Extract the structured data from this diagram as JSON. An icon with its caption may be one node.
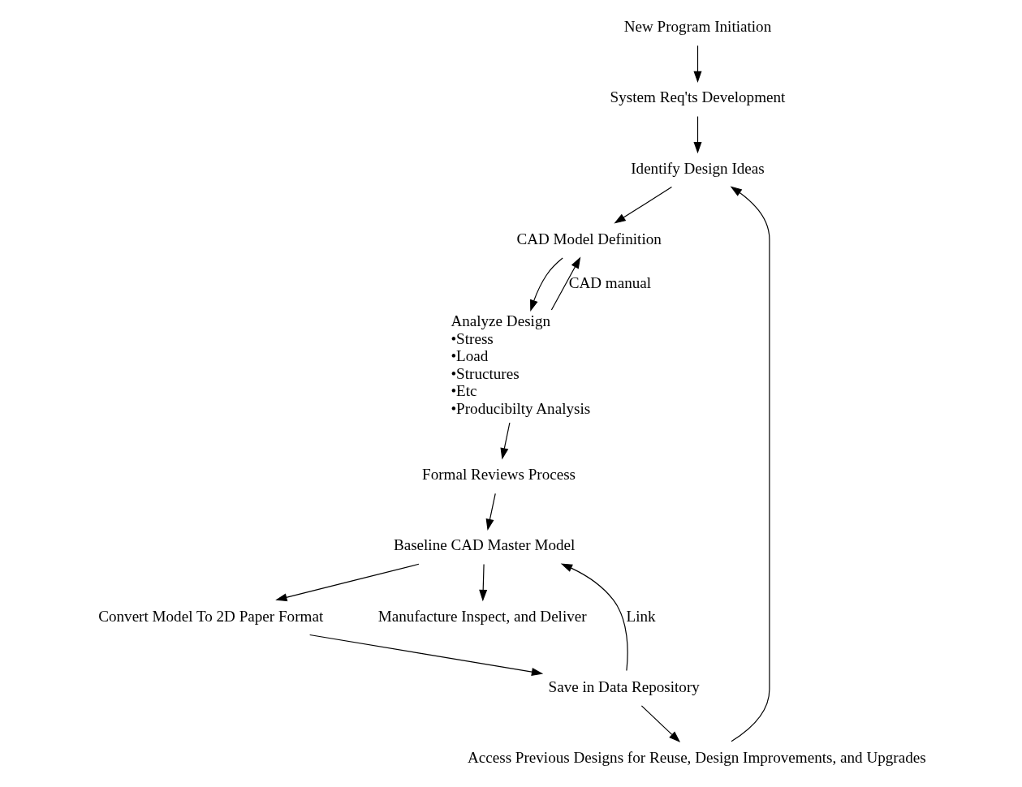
{
  "diagram": {
    "nodes": [
      {
        "text": [
          "New Program Initiation"
        ]
      },
      {
        "text": [
          "System Req'ts Development"
        ]
      },
      {
        "text": [
          "Identify Design Ideas"
        ]
      },
      {
        "text": [
          "CAD Model Definition"
        ]
      },
      {
        "text": [
          "Analyze Design",
          "•Stress",
          "•Load",
          "•Structures",
          "•Etc",
          "•Producibilty Analysis"
        ]
      },
      {
        "text": [
          "Formal Reviews Process"
        ]
      },
      {
        "text": [
          "Baseline CAD Master Model"
        ]
      },
      {
        "text": [
          "Access Previous Designs for Reuse, Design Improvements, and Upgrades"
        ]
      },
      {
        "text": [
          "Convert Model To 2D Paper Format"
        ]
      },
      {
        "text": [
          "Save in Data Repository"
        ]
      },
      {
        "text": [
          "Manufacture Inspect, and Deliver"
        ]
      }
    ],
    "edges": [
      {
        "from": 0,
        "to": 1,
        "arrow": "to"
      },
      {
        "from": 1,
        "to": 2,
        "arrow": "to"
      },
      {
        "from": 2,
        "to": 3,
        "arrow": "to"
      },
      {
        "from": 3,
        "to": 4,
        "arrow": "to"
      },
      {
        "from": 4,
        "to": 3,
        "arrow": "to",
        "label": "CAD manual"
      },
      {
        "from": 4,
        "to": 5,
        "arrow": "to"
      },
      {
        "from": 5,
        "to": 6,
        "arrow": "to"
      },
      {
        "from": 6,
        "to": 8,
        "arrow": "to"
      },
      {
        "from": 6,
        "to": 10,
        "arrow": "to"
      },
      {
        "from": 8,
        "to": 9,
        "arrow": "to"
      },
      {
        "from": 9,
        "to": 7,
        "arrow": "to"
      },
      {
        "from": 7,
        "to": 2,
        "arrow": "to"
      },
      {
        "from": 9,
        "to": 6,
        "arrow": "to",
        "label": "Link"
      }
    ]
  }
}
